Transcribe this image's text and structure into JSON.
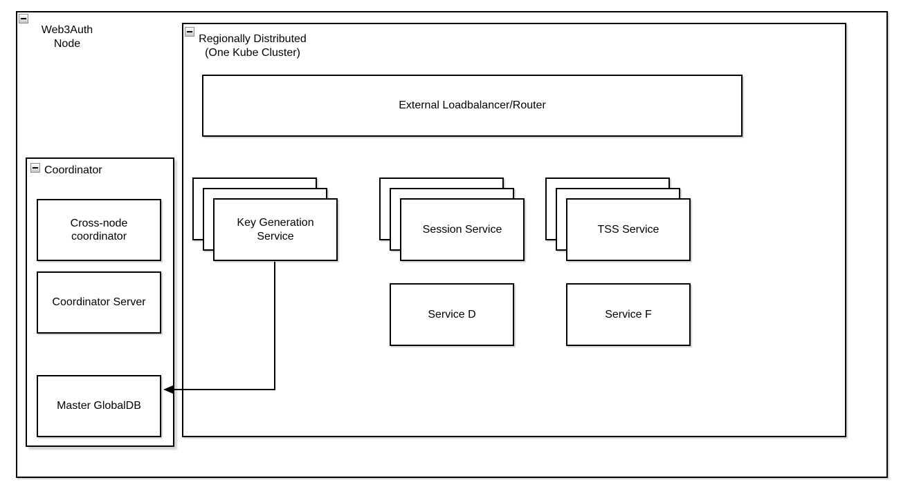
{
  "groups": {
    "web3auth_node": {
      "label": "Web3Auth\nNode"
    },
    "regionally_distributed": {
      "label": "Regionally Distributed\n(One Kube Cluster)"
    },
    "coordinator": {
      "label": "Coordinator"
    }
  },
  "nodes": {
    "external_loadbalancer": {
      "label": "External Loadbalancer/Router"
    },
    "key_generation_service": {
      "label": "Key Generation\nService",
      "stacked_copies": 3
    },
    "session_service": {
      "label": "Session Service",
      "stacked_copies": 3
    },
    "tss_service": {
      "label": "TSS Service",
      "stacked_copies": 3
    },
    "service_d": {
      "label": "Service D"
    },
    "service_f": {
      "label": "Service F"
    },
    "cross_node_coordinator": {
      "label": "Cross-node\ncoordinator"
    },
    "coordinator_server": {
      "label": "Coordinator Server"
    },
    "master_globaldb": {
      "label": "Master GlobalDB"
    }
  },
  "edges": [
    {
      "from": "Key Generation Service",
      "to": "Master GlobalDB",
      "style": "orthogonal",
      "arrow": "filled-triangle-left"
    }
  ],
  "icons": {
    "collapse": "collapse-minus-icon"
  },
  "colors": {
    "shape_border": "#000000",
    "shape_fill": "#ffffff",
    "canvas_background": "#ffffff",
    "collapse_icon_fill": "#e0e0e0",
    "shadow": "#d6d6d6"
  }
}
